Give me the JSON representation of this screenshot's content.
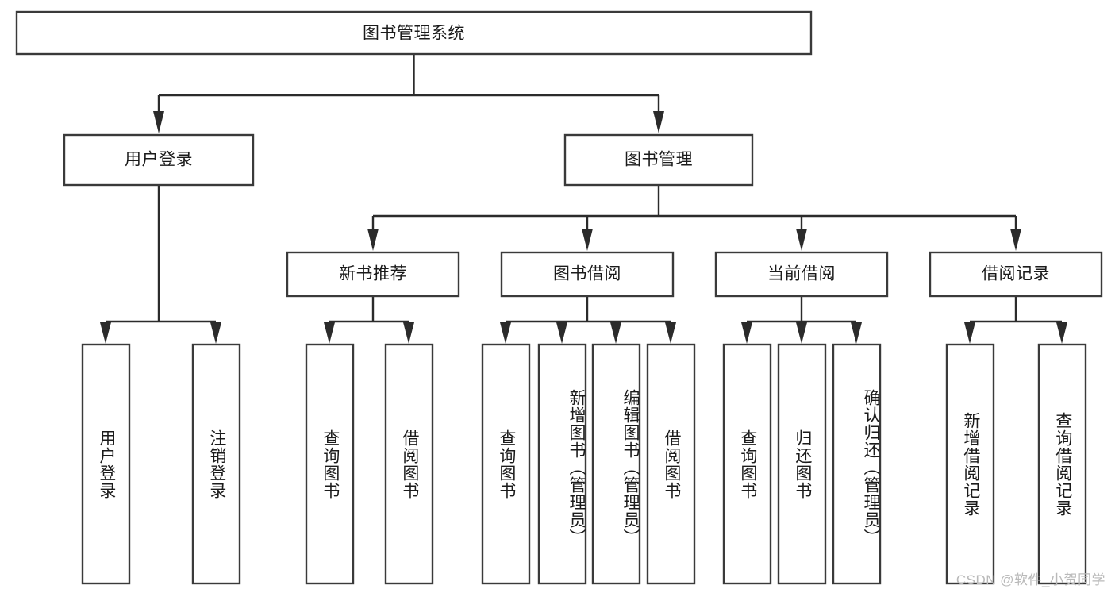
{
  "diagram": {
    "title": "图书管理系统",
    "type": "tree",
    "orientation": "top-down",
    "root": {
      "id": "root",
      "label": "图书管理系统",
      "text_orientation": "horizontal"
    },
    "level1": [
      {
        "id": "user-login",
        "label": "用户登录",
        "text_orientation": "horizontal"
      },
      {
        "id": "book-management",
        "label": "图书管理",
        "text_orientation": "horizontal"
      }
    ],
    "level2": [
      {
        "id": "new-book-recommend",
        "label": "新书推荐",
        "parent": "book-management",
        "text_orientation": "horizontal"
      },
      {
        "id": "book-borrow",
        "label": "图书借阅",
        "parent": "book-management",
        "text_orientation": "horizontal"
      },
      {
        "id": "current-borrow",
        "label": "当前借阅",
        "parent": "book-management",
        "text_orientation": "horizontal"
      },
      {
        "id": "borrow-record",
        "label": "借阅记录",
        "parent": "book-management",
        "text_orientation": "horizontal"
      }
    ],
    "leaves": [
      {
        "id": "leaf-user-login",
        "label": "用户登录",
        "parent": "user-login",
        "text_orientation": "vertical"
      },
      {
        "id": "leaf-logout-login",
        "label": "注销登录",
        "parent": "user-login",
        "text_orientation": "vertical"
      },
      {
        "id": "leaf-query-book-1",
        "label": "查询图书",
        "parent": "new-book-recommend",
        "text_orientation": "vertical"
      },
      {
        "id": "leaf-borrow-book-1",
        "label": "借阅图书",
        "parent": "new-book-recommend",
        "text_orientation": "vertical"
      },
      {
        "id": "leaf-query-book-2",
        "label": "查询图书",
        "parent": "book-borrow",
        "text_orientation": "vertical"
      },
      {
        "id": "leaf-add-book",
        "label": "新增图书（管理员）",
        "parent": "book-borrow",
        "text_orientation": "vertical"
      },
      {
        "id": "leaf-edit-book",
        "label": "编辑图书（管理员）",
        "parent": "book-borrow",
        "text_orientation": "vertical"
      },
      {
        "id": "leaf-borrow-book-2",
        "label": "借阅图书",
        "parent": "book-borrow",
        "text_orientation": "vertical"
      },
      {
        "id": "leaf-query-book-3",
        "label": "查询图书",
        "parent": "current-borrow",
        "text_orientation": "vertical"
      },
      {
        "id": "leaf-return-book",
        "label": "归还图书",
        "parent": "current-borrow",
        "text_orientation": "vertical"
      },
      {
        "id": "leaf-confirm-return",
        "label": "确认归还（管理员）",
        "parent": "current-borrow",
        "text_orientation": "vertical"
      },
      {
        "id": "leaf-add-record",
        "label": "新增借阅记录",
        "parent": "borrow-record",
        "text_orientation": "vertical"
      },
      {
        "id": "leaf-query-record",
        "label": "查询借阅记录",
        "parent": "borrow-record",
        "text_orientation": "vertical"
      }
    ],
    "colors": {
      "background": "#ffffff",
      "box_fill": "#ffffff",
      "box_stroke": "#3a3a3a",
      "connector": "#2b2b2b",
      "text": "#1b1b1b",
      "watermark": "#b9b9b9"
    }
  },
  "watermark": {
    "text": "CSDN @软件_小贺同学"
  }
}
